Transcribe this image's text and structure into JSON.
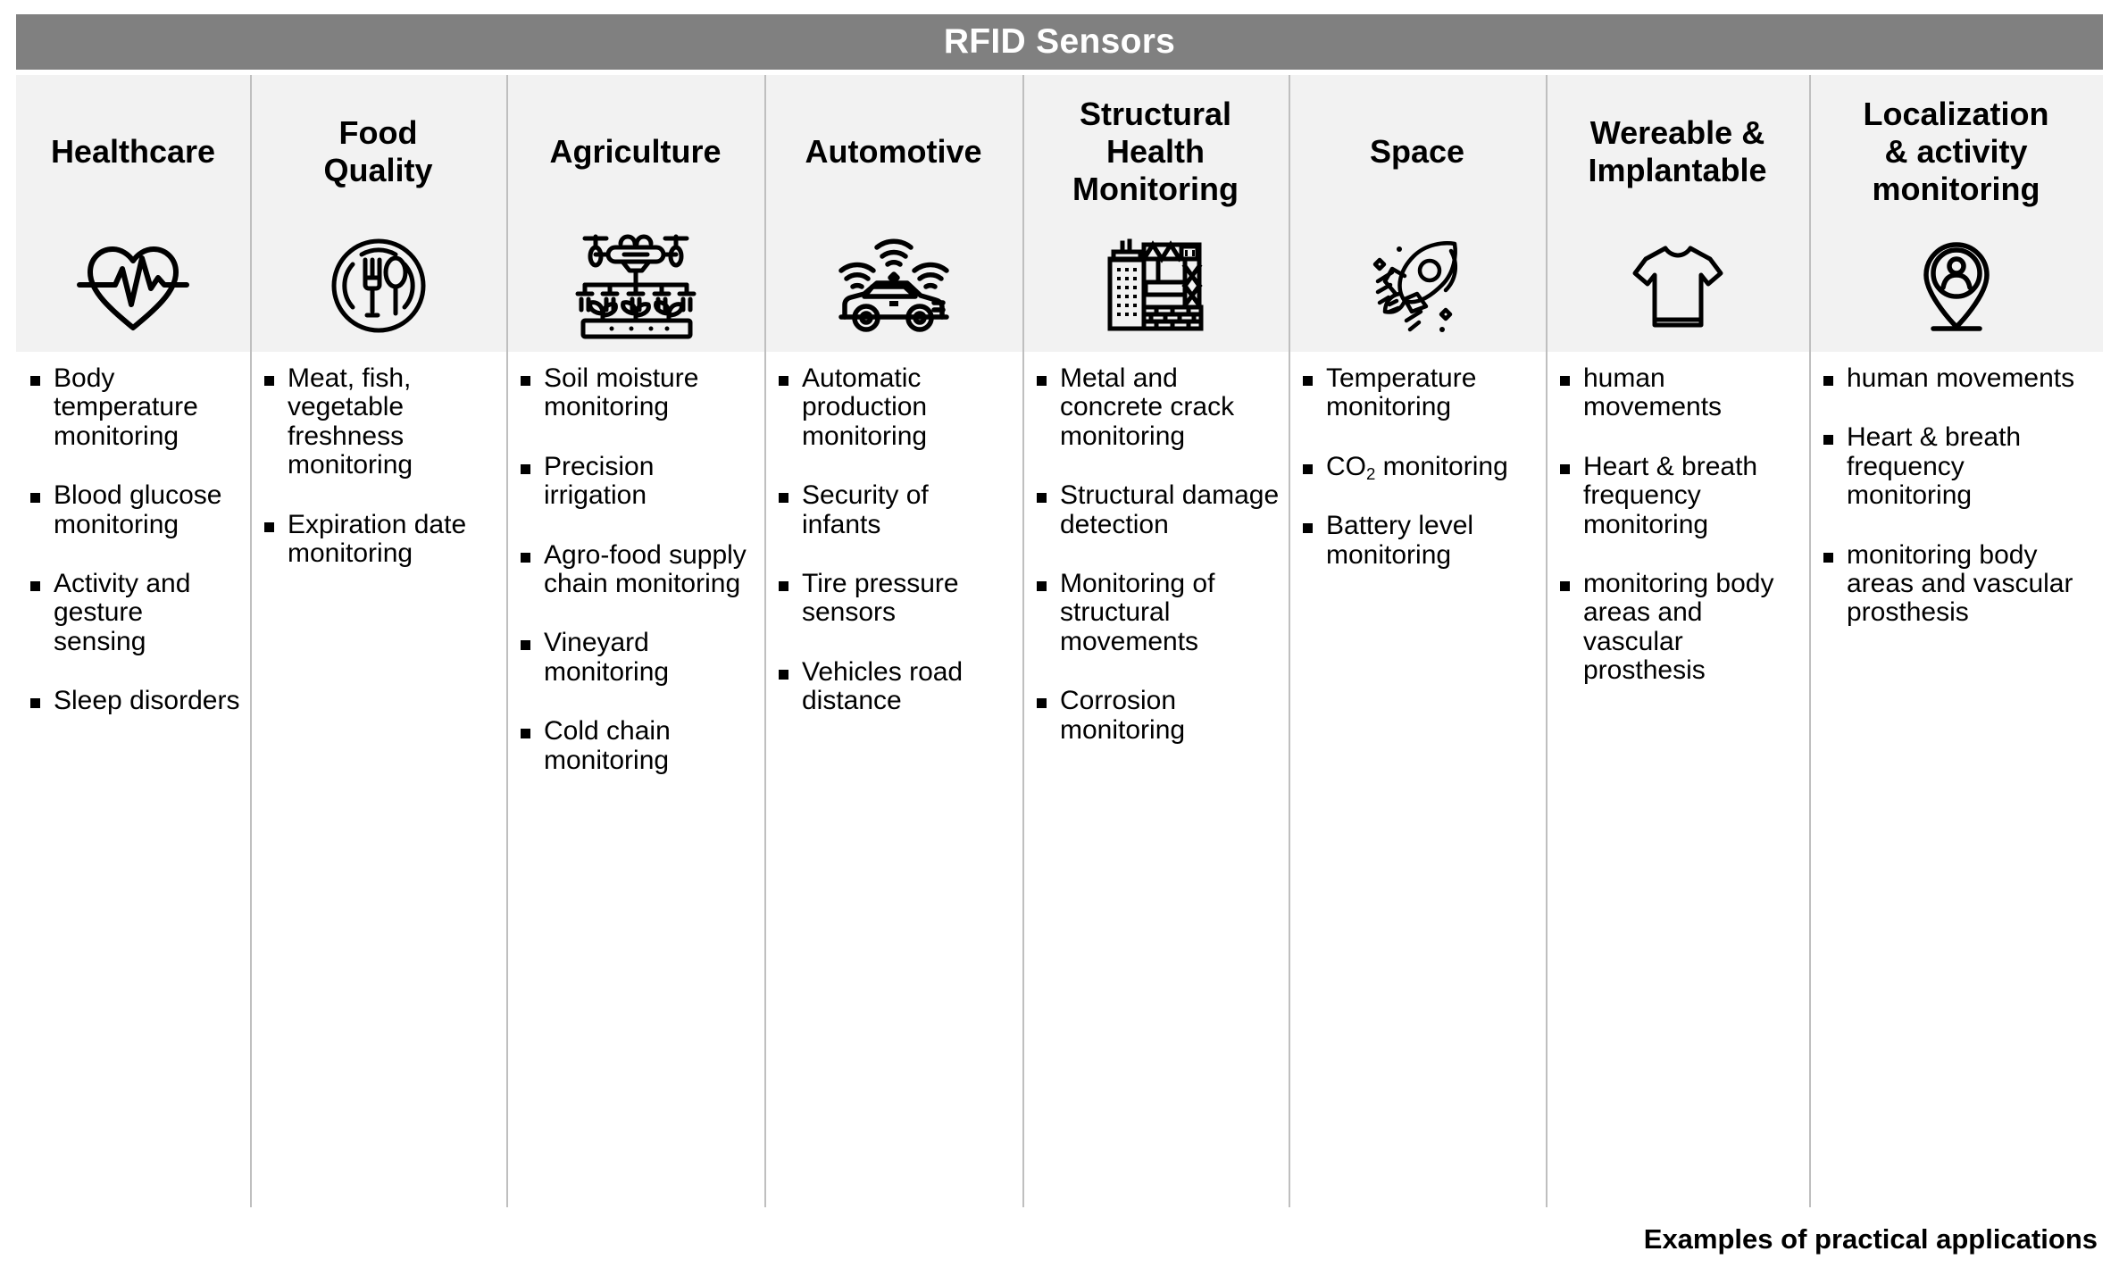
{
  "header": {
    "title": "RFID Sensors",
    "bar_color": "#808080",
    "title_color": "#ffffff"
  },
  "footer": {
    "caption": "Examples of practical applications"
  },
  "palette": {
    "column_header_bg": "#f2f2f2",
    "divider": "#bfbfbf",
    "text": "#000000",
    "page_bg": "#ffffff"
  },
  "columns": [
    {
      "key": "healthcare",
      "title_lines": [
        "Healthcare"
      ],
      "icon": "heart-pulse-icon",
      "items": [
        "Body temperature monitoring",
        "Blood glucose monitoring",
        "Activity and gesture sensing",
        "Sleep disorders"
      ]
    },
    {
      "key": "food-quality",
      "title_lines": [
        "Food",
        "Quality"
      ],
      "icon": "plate-fork-spoon-icon",
      "items": [
        "Meat, fish, vegetable freshness monitoring",
        "Expiration date monitoring"
      ]
    },
    {
      "key": "agriculture",
      "title_lines": [
        "Agriculture"
      ],
      "icon": "drone-crop-irrigation-icon",
      "items": [
        "Soil moisture monitoring",
        "Precision irrigation",
        "Agro-food supply chain monitoring",
        "Vineyard monitoring",
        "Cold chain monitoring"
      ]
    },
    {
      "key": "automotive",
      "title_lines": [
        "Automotive"
      ],
      "icon": "connected-car-icon",
      "items": [
        "Automatic production monitoring",
        "Security of infants",
        "Tire pressure sensors",
        "Vehicles road distance"
      ]
    },
    {
      "key": "structural-health-monitoring",
      "title_lines": [
        "Structural",
        "Health",
        "Monitoring"
      ],
      "icon": "building-crane-icon",
      "items": [
        "Metal and concrete crack monitoring",
        "Structural damage detection",
        "Monitoring of structural movements",
        "Corrosion monitoring"
      ]
    },
    {
      "key": "space",
      "title_lines": [
        "Space"
      ],
      "icon": "rocket-icon",
      "items": [
        "Temperature monitoring",
        "CO₂ monitoring",
        "Battery level monitoring"
      ],
      "items_html": [
        "Temperature monitoring",
        "CO<sub>2</sub> monitoring",
        "Battery level monitoring"
      ]
    },
    {
      "key": "wereable-implantable",
      "title_lines": [
        "Wereable &",
        "Implantable"
      ],
      "icon": "tshirt-icon",
      "items": [
        "human movements",
        "Heart & breath frequency monitoring",
        "monitoring body areas and vascular prosthesis"
      ]
    },
    {
      "key": "localization-activity-monitoring",
      "title_lines": [
        "Localization",
        "& activity",
        "monitoring"
      ],
      "icon": "person-location-pin-icon",
      "items": [
        "human movements",
        "Heart & breath frequency monitoring",
        "monitoring body areas and vascular prosthesis"
      ]
    }
  ]
}
